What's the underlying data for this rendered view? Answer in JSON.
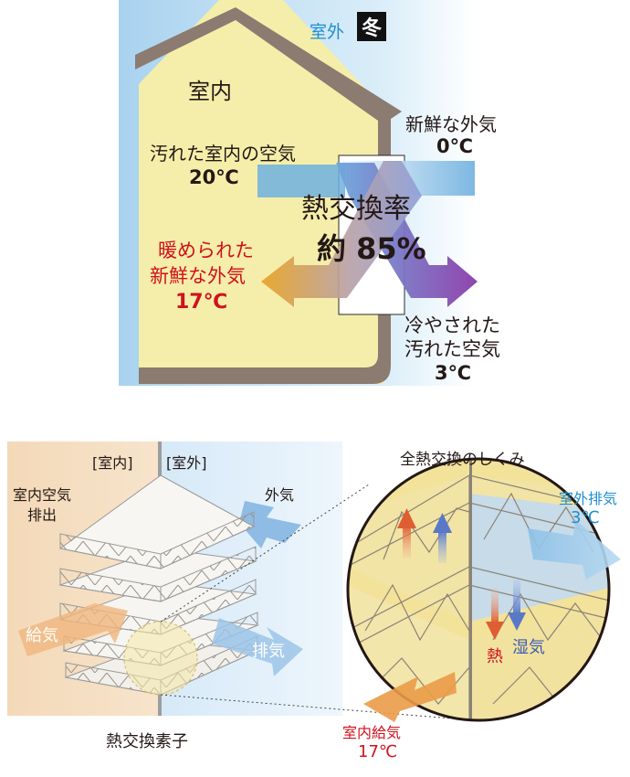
{
  "top": {
    "outdoor": "室外",
    "season": "冬",
    "indoor": "室内",
    "dirty_air": "汚れた室内の空気",
    "dirty_temp": "20℃",
    "fresh_air": "新鮮な外気",
    "fresh_temp": "0℃",
    "efficiency_label": "熱交換率",
    "efficiency_value": "約 85%",
    "warmed_line1": "暖められた",
    "warmed_line2": "新鮮な外気",
    "warmed_temp": "17℃",
    "cooled_line1": "冷やされた",
    "cooled_line2": "汚れた空気",
    "cooled_temp": "3℃"
  },
  "bottom": {
    "left": {
      "label_indoor": "[室内]",
      "label_outdoor": "[室外]",
      "exhaust_indoor_line1": "室内空気",
      "exhaust_indoor_line2": "排出",
      "outside_air": "外気",
      "supply": "給気",
      "exhaust": "排気",
      "caption": "熱交換素子"
    },
    "right": {
      "title": "全熱交換のしくみ",
      "outdoor_exhaust": "室外排気",
      "outdoor_exhaust_temp": "3℃",
      "heat": "熱",
      "humidity": "湿気",
      "indoor_supply": "室内給気",
      "indoor_supply_temp": "17℃"
    }
  },
  "colors": {
    "sky": "#b9dcf2",
    "wall": "#f6efae",
    "roof": "#8b7b71",
    "warm_arrow": "#e4a32c",
    "cool_arrow": "#8a3aa8",
    "red_text": "#d0121b",
    "blue_text": "#1f8fd0"
  }
}
